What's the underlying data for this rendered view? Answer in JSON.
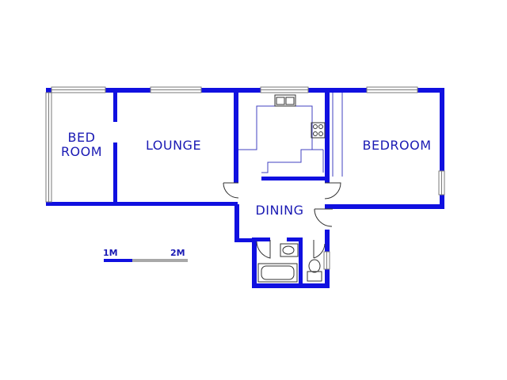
{
  "rooms": {
    "bed_room_line1": "BED",
    "bed_room_line2": "ROOM",
    "lounge": "LOUNGE",
    "dining": "DINING",
    "bedroom": "BEDROOM"
  },
  "scale": {
    "label_1": "1M",
    "label_2": "2M"
  },
  "colors": {
    "wall": "#1010e0",
    "fixture": "#4040c0",
    "window": "#7a7a7a",
    "scale_gray": "#a8a8a8"
  }
}
